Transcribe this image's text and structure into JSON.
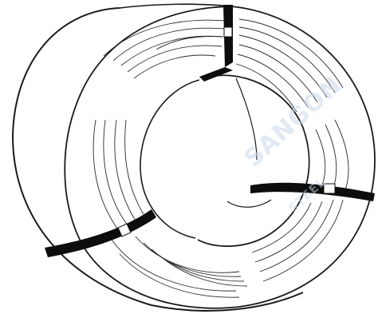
{
  "illustration": {
    "subject": "strapped-steel-coil-drawing",
    "line_color": "#1a1a1a",
    "strap_color": "#0d0d0d",
    "background": "#ffffff"
  },
  "watermark": {
    "text_main": "SANGON",
    "text_sub": "STEEL",
    "logo_color": "#c9d8ea"
  }
}
